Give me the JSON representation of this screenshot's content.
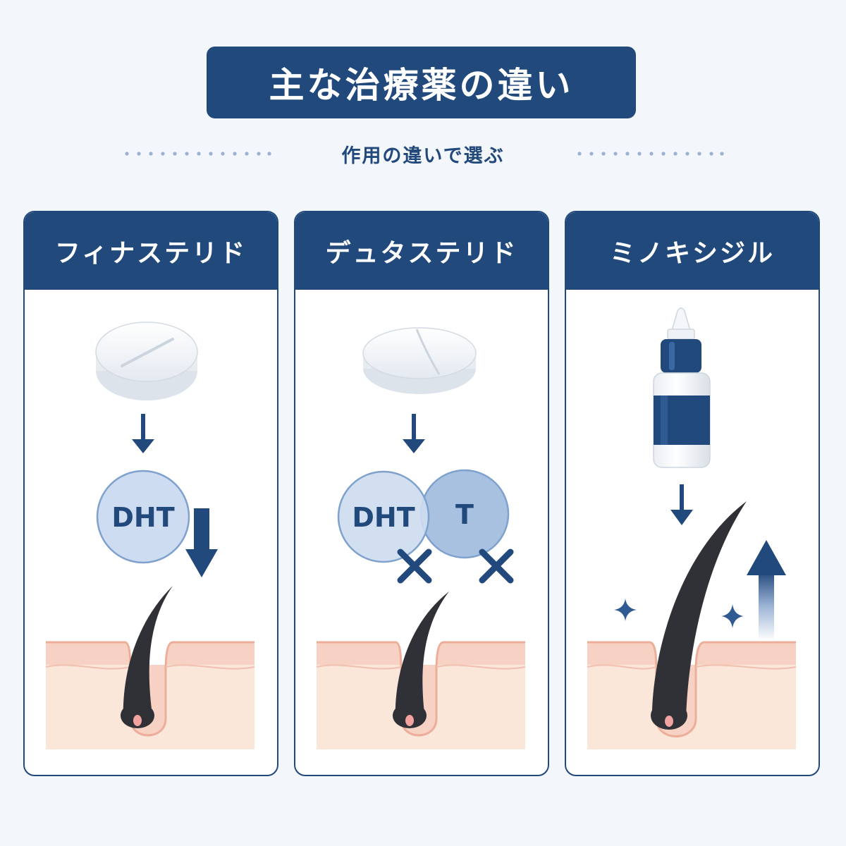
{
  "header": {
    "title": "主な治療薬の違い",
    "subtitle": "作用の違いで選ぶ"
  },
  "cards": [
    {
      "title": "フィナステリド",
      "circles": [
        "DHT"
      ]
    },
    {
      "title": "デュタステリド",
      "circles": [
        "DHT",
        "T"
      ]
    },
    {
      "title": "ミノキシジル"
    }
  ],
  "colors": {
    "navy": "#22497c",
    "background": "#f3f6fa",
    "circle_fill": "#c9daf0",
    "skin": "#fbe6da",
    "skin_line": "#f0b7a4",
    "hair": "#2f3136"
  },
  "icons": [
    "pill-icon",
    "down-arrow-icon",
    "bold-down-arrow-icon",
    "cross-icon",
    "dropper-bottle-icon",
    "hair-follicle-icon",
    "sparkle-icon",
    "up-arrow-icon"
  ]
}
